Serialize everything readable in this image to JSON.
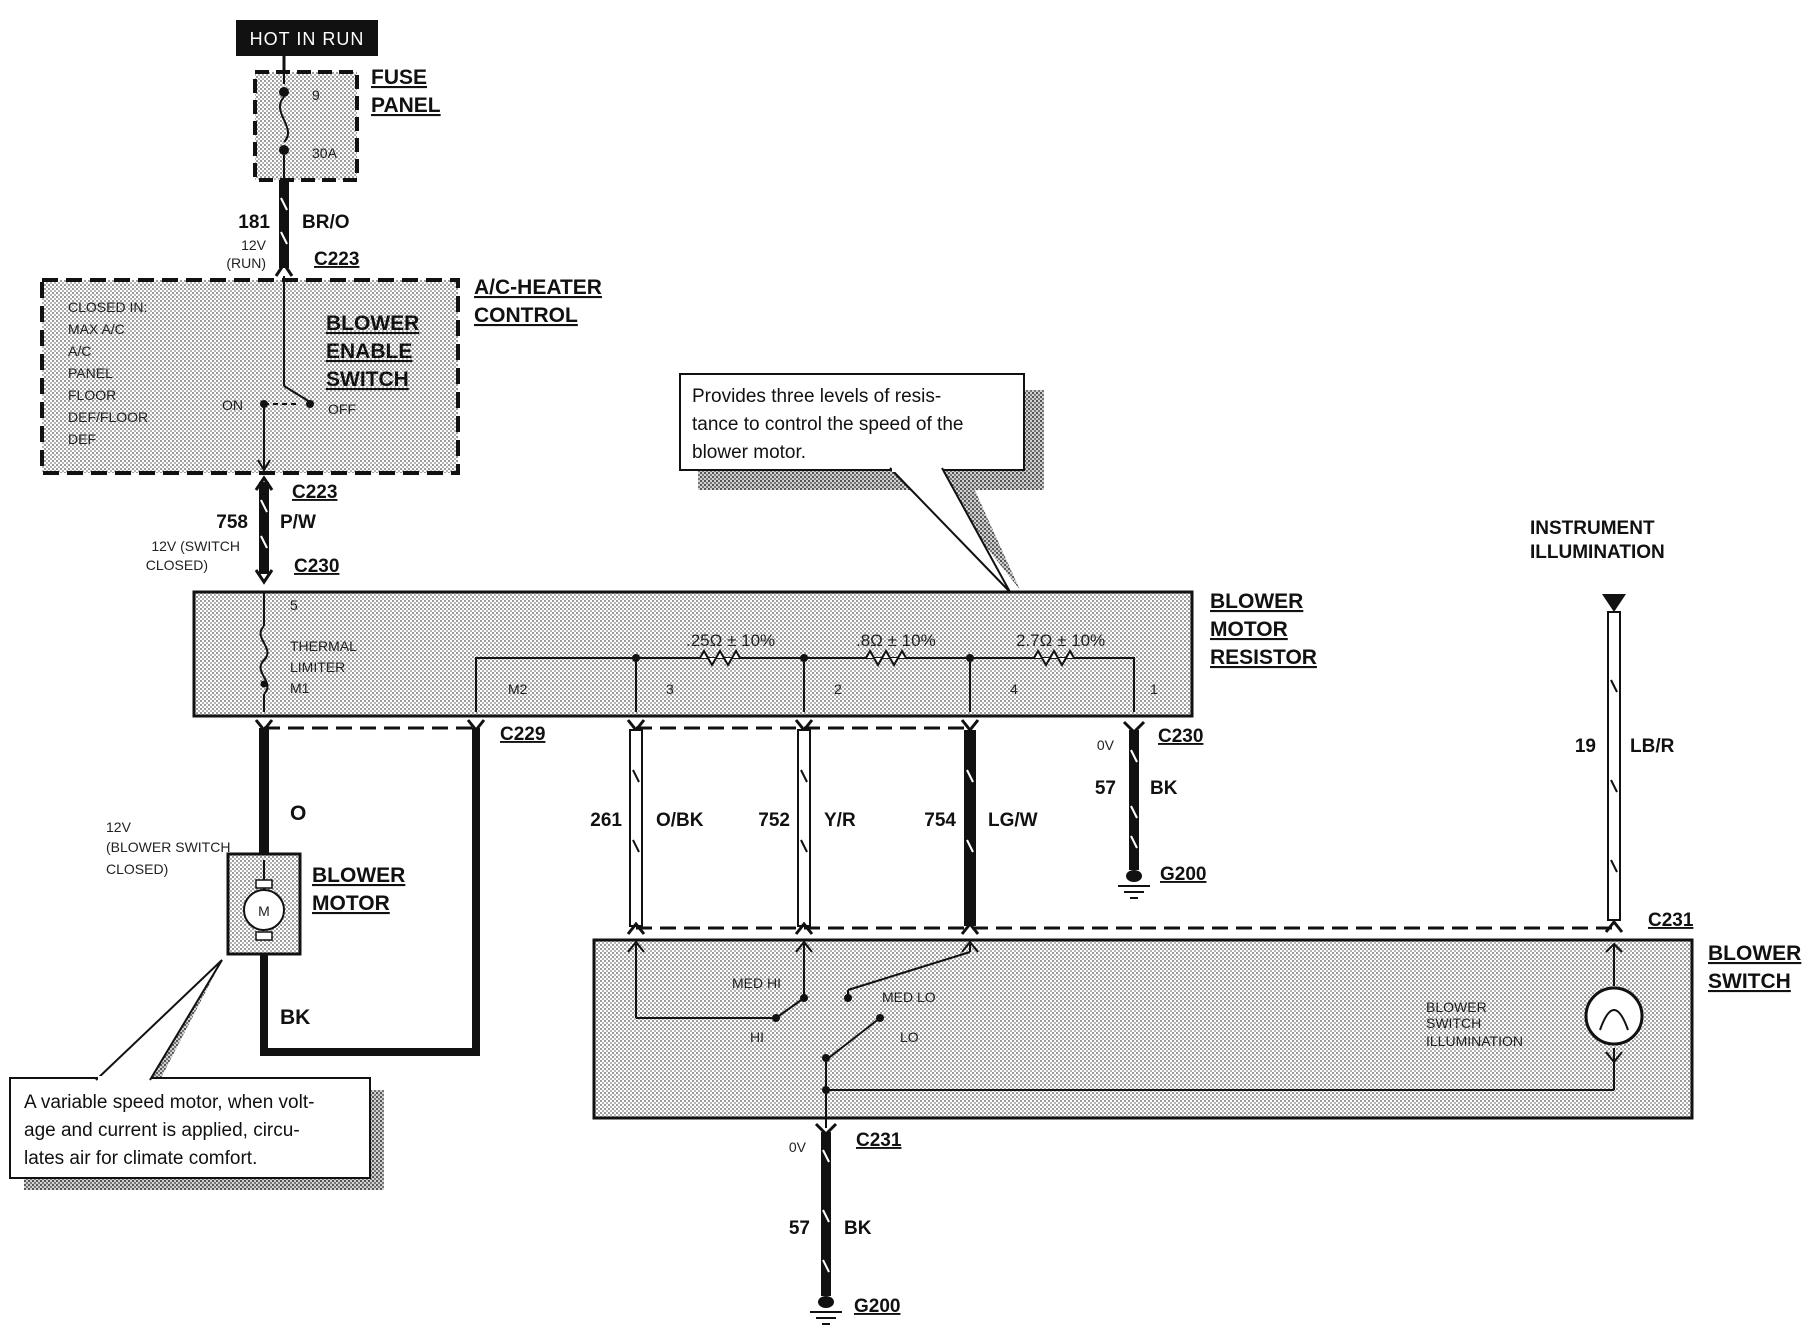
{
  "hot_in_run": "HOT IN RUN",
  "fuse_panel": {
    "title1": "FUSE",
    "title2": "PANEL",
    "fuse_no": "9",
    "rating": "30A"
  },
  "circuit_181": {
    "num": "181",
    "color": "BR/O",
    "voltage1": "12V",
    "voltage2": "(RUN)",
    "connector": "C223"
  },
  "ac_control": {
    "title1": "A/C-HEATER",
    "title2": "CONTROL",
    "switch1": "BLOWER",
    "switch2": "ENABLE",
    "switch3": "SWITCH",
    "closed_in": [
      "CLOSED IN:",
      "MAX A/C",
      "A/C",
      "PANEL",
      "FLOOR",
      "DEF/FLOOR",
      "DEF"
    ],
    "on": "ON",
    "off": "OFF"
  },
  "circuit_758": {
    "connector_top": "C223",
    "num": "758",
    "color": "P/W",
    "voltage1": "12V (SWITCH",
    "voltage2": "CLOSED)",
    "connector_bottom": "C230"
  },
  "callout_resistor": [
    "Provides three levels of resis-",
    "tance to control the speed of the",
    "blower motor."
  ],
  "resistor": {
    "title1": "BLOWER",
    "title2": "MOTOR",
    "title3": "RESISTOR",
    "pin5": "5",
    "thermal1": "THERMAL",
    "thermal2": "LIMITER",
    "m1": "M1",
    "m2": "M2",
    "r1": ".25Ω ± 10%",
    "r2": ".8Ω ± 10%",
    "r3": "2.7Ω ± 10%",
    "pins": [
      "3",
      "2",
      "4",
      "1"
    ]
  },
  "connector_c229": "C229",
  "connector_c230": "C230",
  "ground_top": {
    "voltage": "0V",
    "num": "57",
    "color": "BK",
    "ground": "G200"
  },
  "instrument": {
    "line1": "INSTRUMENT",
    "line2": "ILLUMINATION"
  },
  "circuit_19": {
    "num": "19",
    "color": "LB/R"
  },
  "motor_wires": {
    "o": "O",
    "bk": "BK",
    "voltage1": "12V",
    "voltage2": "(BLOWER SWITCH",
    "voltage3": "CLOSED)"
  },
  "blower_motor": {
    "title1": "BLOWER",
    "title2": "MOTOR",
    "symbol": "M"
  },
  "speed_wires": [
    {
      "num": "261",
      "color": "O/BK"
    },
    {
      "num": "752",
      "color": "Y/R"
    },
    {
      "num": "754",
      "color": "LG/W"
    }
  ],
  "connector_c231": "C231",
  "blower_switch": {
    "title1": "BLOWER",
    "title2": "SWITCH",
    "med_hi": "MED HI",
    "med_lo": "MED LO",
    "hi": "HI",
    "lo": "LO",
    "illum1": "BLOWER",
    "illum2": "SWITCH",
    "illum3": "ILLUMINATION"
  },
  "callout_motor": [
    "A variable speed motor, when volt-",
    "age and current is applied, circu-",
    "lates air for climate comfort."
  ],
  "ground_bottom": {
    "voltage": "0V",
    "connector": "C231",
    "num": "57",
    "color": "BK",
    "ground": "G200"
  }
}
